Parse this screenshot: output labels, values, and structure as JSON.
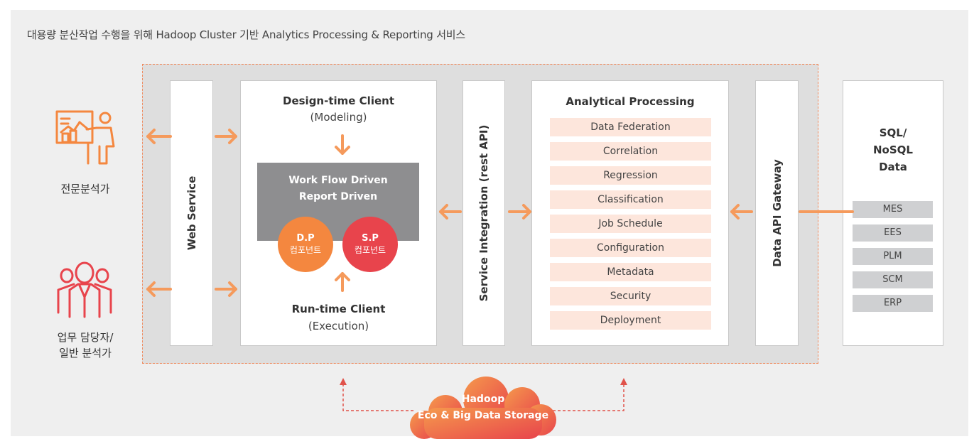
{
  "subtitle": "대용량 분산작업 수행을 위해 Hadoop Cluster 기반 Analytics Processing & Reporting 서비스",
  "actors": {
    "expert_label": "전문분석가",
    "user_label_line1": "업무 담당자/",
    "user_label_line2": "일반 분석가",
    "expert_icon": "presenter-chart-icon",
    "user_icon": "user-group-icon"
  },
  "web_service": {
    "label": "Web Service"
  },
  "client": {
    "design_title": "Design-time Client",
    "design_sub": "(Modeling)",
    "flow_line1": "Work Flow Driven",
    "flow_line2": "Report Driven",
    "dp_top": "D.P",
    "dp_bottom": "컴포넌트",
    "sp_top": "S.P",
    "sp_bottom": "컴포넌트",
    "runtime_title": "Run-time Client",
    "runtime_sub": "(Execution)"
  },
  "service_integration": {
    "label": "Service Integration (rest API)"
  },
  "analytical": {
    "title": "Analytical Processing",
    "items": [
      "Data Federation",
      "Correlation",
      "Regression",
      "Classification",
      "Job Schedule",
      "Configuration",
      "Metadata",
      "Security",
      "Deployment"
    ]
  },
  "gateway": {
    "label": "Data API Gateway"
  },
  "data_source": {
    "title_line1": "SQL/",
    "title_line2": "NoSQL",
    "title_line3": "Data",
    "items": [
      "MES",
      "EES",
      "PLM",
      "SCM",
      "ERP"
    ]
  },
  "hadoop": {
    "line1": "Hadoop",
    "line2": "Eco & Big Data Storage"
  },
  "colors": {
    "accent_orange": "#f4873f",
    "arrow_orange": "#f59a5c",
    "sp_red": "#e8444c",
    "dashed_red": "#e0524a",
    "item_pink": "#fde6dc"
  }
}
